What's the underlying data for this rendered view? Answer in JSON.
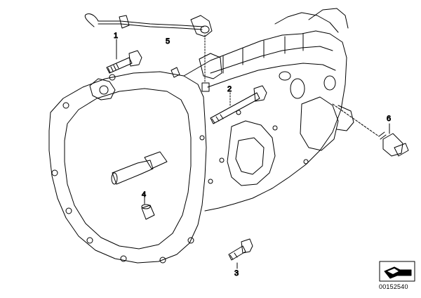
{
  "diagram": {
    "callouts": [
      {
        "id": "1",
        "label": "1"
      },
      {
        "id": "2",
        "label": "2"
      },
      {
        "id": "3",
        "label": "3"
      },
      {
        "id": "4",
        "label": "4"
      },
      {
        "id": "5",
        "label": "5"
      },
      {
        "id": "6",
        "label": "6"
      }
    ],
    "catalog_code": "00152540"
  }
}
